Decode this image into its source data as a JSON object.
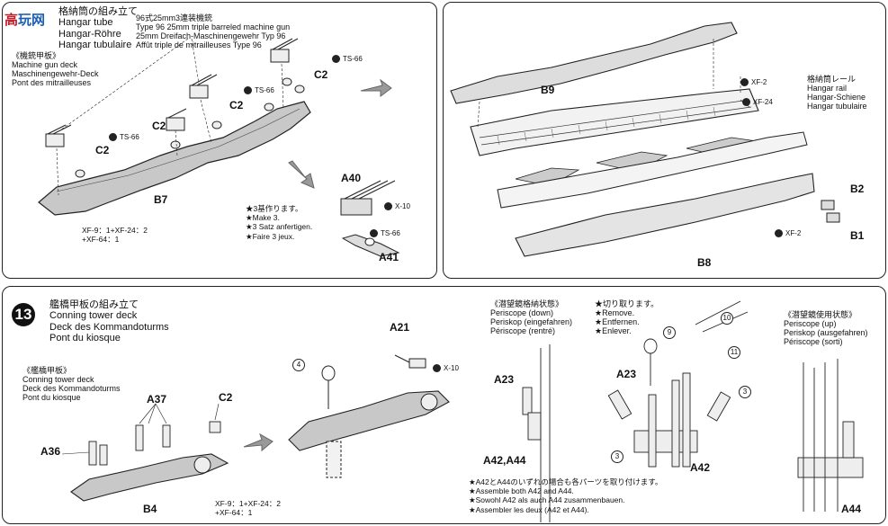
{
  "watermark": {
    "text_a": "高",
    "text_b": "玩网"
  },
  "step12": {
    "title": [
      "格納筒の組み立て",
      "Hangar tube",
      "Hangar-Röhre",
      "Hangar tubulaire"
    ],
    "gun_caption": [
      "96式25mm3連装機銃",
      "Type 96 25mm triple barreled machine gun",
      "25mm Dreifach-Maschinengewehr Typ 96",
      "Affût triple de mitrailleuses Type 96"
    ],
    "deck_caption": [
      "《機銃甲板》",
      "Machine gun deck",
      "Maschinengewehr-Deck",
      "Pont des mitrailleuses"
    ],
    "parts": {
      "c2": "C2",
      "b7": "B7",
      "a40": "A40",
      "a41": "A41",
      "ts66": "TS-66",
      "x10": "X-10"
    },
    "paint_b7": [
      "XF-9：1+XF-24：2",
      "+XF-64：1"
    ],
    "make_note": [
      "★3基作ります。",
      "★Make 3.",
      "★3 Satz anfertigen.",
      "★Faire 3 jeux."
    ]
  },
  "hangar": {
    "rail_caption": [
      "格納筒レール",
      "Hangar rail",
      "Hangar-Schiene",
      "Hangar tubulaire"
    ],
    "parts": {
      "b9": "B9",
      "b8": "B8",
      "b2": "B2",
      "b1": "B1",
      "xf2": "XF-2",
      "xf24": "XF-24"
    }
  },
  "step13": {
    "number": "13",
    "title": [
      "艦橋甲板の組み立て",
      "Conning tower deck",
      "Deck des Kommandoturms",
      "Pont du kiosque"
    ],
    "deck_caption": [
      "《艦橋甲板》",
      "Conning tower deck",
      "Deck des Kommandoturms",
      "Pont du kiosque"
    ],
    "parts": {
      "a37": "A37",
      "c2": "C2",
      "a36": "A36",
      "b4": "B4",
      "a21": "A21",
      "x10": "X-10",
      "n4": "4",
      "a23": "A23",
      "a42a44": "A42,A44",
      "a42": "A42",
      "a44": "A44",
      "n3": "3",
      "n9": "9",
      "n10": "10",
      "n11": "11"
    },
    "paint_b4": [
      "XF-9：1+XF-24：2",
      "+XF-64：1"
    ],
    "periscope_down": [
      "《潜望鏡格納状態》",
      "Periscope (down)",
      "Periskop (eingefahren)",
      "Périscope (rentré)"
    ],
    "cut_note": [
      "★切り取ります。",
      "★Remove.",
      "★Entfernen.",
      "★Enlever."
    ],
    "periscope_up": [
      "《潜望鏡使用状態》",
      "Periscope (up)",
      "Periskop (ausgefahren)",
      "Périscope (sorti)"
    ],
    "assemble_note": [
      "★A42とA44のいずれの場合も各パーツを取り付けます。",
      "★Assemble both A42 and A44.",
      "★Sowohl A42 als auch A44 zusammenbauen.",
      "★Assembler les deux (A42 et A44)."
    ]
  }
}
